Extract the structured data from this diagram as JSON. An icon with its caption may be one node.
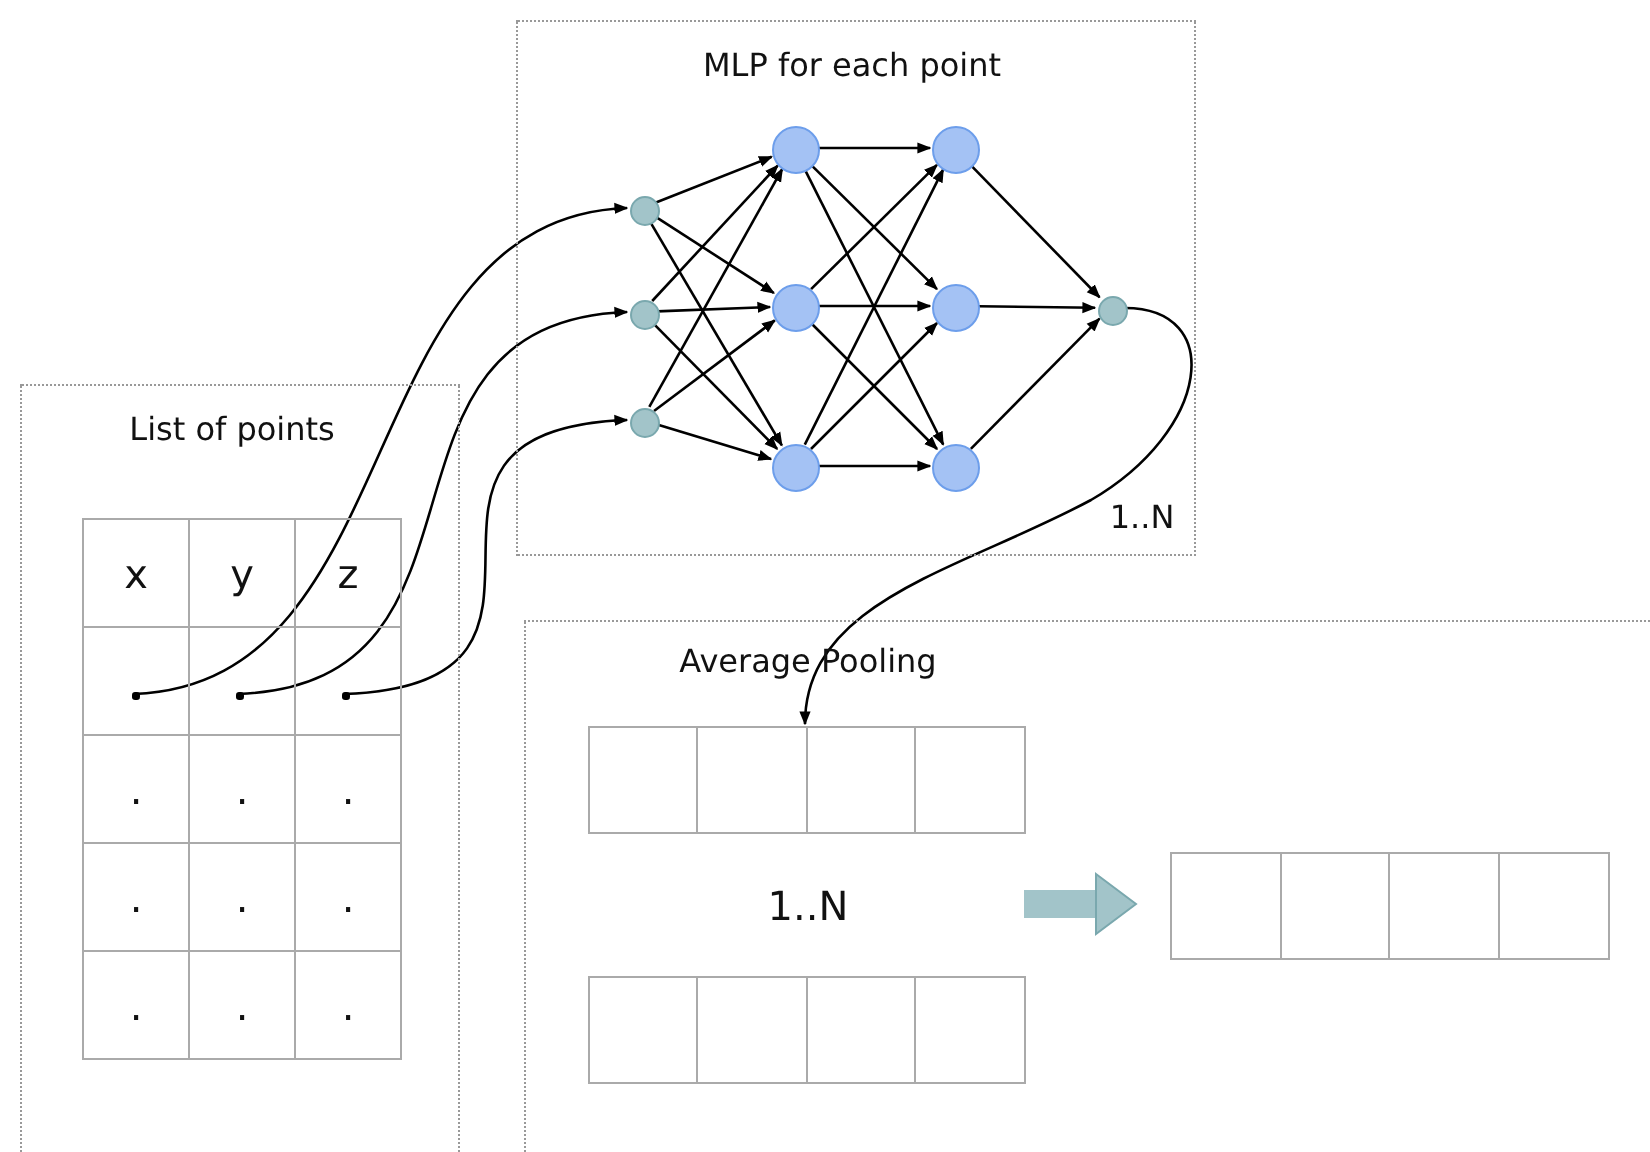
{
  "diagram": {
    "nodes": [
      {
        "text": [
          "List of points"
        ]
      },
      {
        "text": [
          "MLP for each point",
          "1..N"
        ]
      },
      {
        "text": [
          "Average Pooling",
          "1..N"
        ]
      },
      {
        "text": [],
        "shape": "dot",
        "in": 0
      },
      {
        "text": [],
        "shape": "dot",
        "in": 0
      },
      {
        "text": [],
        "shape": "dot",
        "in": 0
      },
      {
        "text": [],
        "shape": "circle",
        "in": 1
      },
      {
        "text": [],
        "shape": "circle",
        "in": 1
      },
      {
        "text": [],
        "shape": "circle",
        "in": 1
      },
      {
        "text": [],
        "shape": "circle",
        "in": 1
      },
      {
        "text": [],
        "shape": "circle",
        "in": 1
      },
      {
        "text": [],
        "shape": "circle",
        "in": 1
      },
      {
        "text": [],
        "shape": "circle",
        "in": 1
      },
      {
        "text": [],
        "shape": "circle",
        "in": 1
      },
      {
        "text": [],
        "shape": "circle",
        "in": 1
      },
      {
        "text": [],
        "shape": "circle",
        "in": 1
      },
      {
        "text": [],
        "shape": "box",
        "in": 2
      },
      {
        "text": [],
        "shape": "box",
        "in": 2
      },
      {
        "text": [],
        "shape": "box",
        "in": 2
      }
    ],
    "edges": [
      {
        "from": 3,
        "to": 6,
        "arrow": "to"
      },
      {
        "from": 4,
        "to": 7,
        "arrow": "to"
      },
      {
        "from": 5,
        "to": 8,
        "arrow": "to"
      },
      {
        "from": 6,
        "to": 9,
        "arrow": "to"
      },
      {
        "from": 6,
        "to": 10,
        "arrow": "to"
      },
      {
        "from": 6,
        "to": 11,
        "arrow": "to"
      },
      {
        "from": 7,
        "to": 9,
        "arrow": "to"
      },
      {
        "from": 7,
        "to": 10,
        "arrow": "to"
      },
      {
        "from": 7,
        "to": 11,
        "arrow": "to"
      },
      {
        "from": 8,
        "to": 9,
        "arrow": "to"
      },
      {
        "from": 8,
        "to": 10,
        "arrow": "to"
      },
      {
        "from": 8,
        "to": 11,
        "arrow": "to"
      },
      {
        "from": 9,
        "to": 12,
        "arrow": "to"
      },
      {
        "from": 9,
        "to": 13,
        "arrow": "to"
      },
      {
        "from": 9,
        "to": 14,
        "arrow": "to"
      },
      {
        "from": 10,
        "to": 12,
        "arrow": "to"
      },
      {
        "from": 10,
        "to": 13,
        "arrow": "to"
      },
      {
        "from": 10,
        "to": 14,
        "arrow": "to"
      },
      {
        "from": 11,
        "to": 12,
        "arrow": "to"
      },
      {
        "from": 11,
        "to": 13,
        "arrow": "to"
      },
      {
        "from": 11,
        "to": 14,
        "arrow": "to"
      },
      {
        "from": 12,
        "to": 15,
        "arrow": "to"
      },
      {
        "from": 13,
        "to": 15,
        "arrow": "to"
      },
      {
        "from": 14,
        "to": 15,
        "arrow": "to"
      },
      {
        "from": 15,
        "to": 16,
        "arrow": "to"
      },
      {
        "from": null,
        "to": 18,
        "arrow": "to",
        "style": "thick",
        "color": "#a2c4c9"
      }
    ],
    "labels": [
      "x",
      "y",
      "z",
      ".",
      ".",
      ".",
      ".",
      ".",
      ".",
      ".",
      ".",
      "."
    ]
  }
}
